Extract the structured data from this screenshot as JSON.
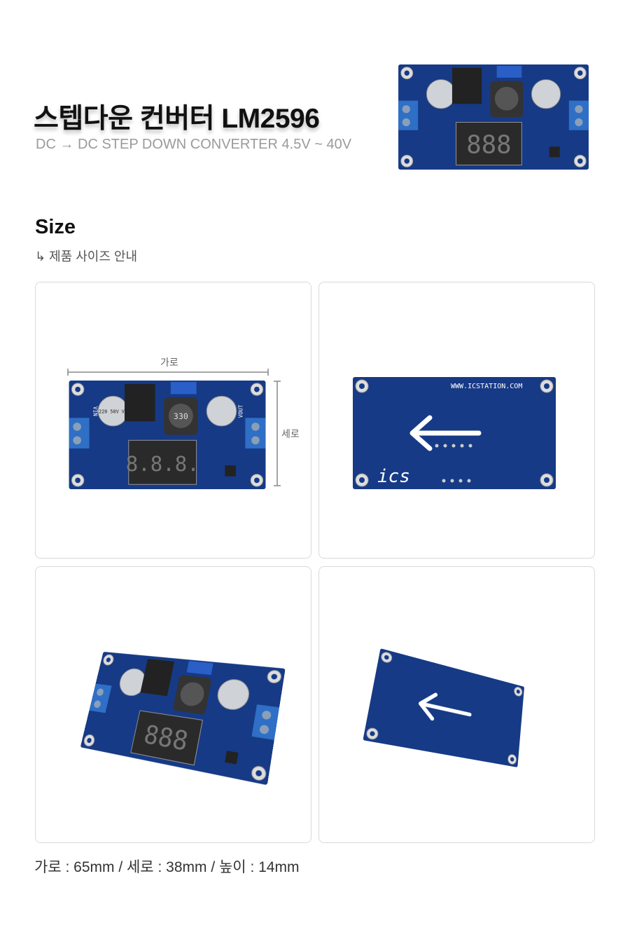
{
  "header": {
    "title": "스텝다운 컨버터 LM2596",
    "subtitle": "DC → DC STEP DOWN CONVERTER 4.5V ~ 40V"
  },
  "size_section": {
    "heading": "Size",
    "subheading": "↳ 제품 사이즈 안내",
    "width_label": "가로",
    "height_label": "세로"
  },
  "footer": {
    "dimensions": "가로 : 65mm / 세로 : 38mm / 높이 : 14mm"
  },
  "photo_lettering": {
    "inductor": "330",
    "capacitor": "220 50V VT",
    "vin": "VIN",
    "vout": "VOUT",
    "display": "8.8.8.",
    "website": "WWW.ICSTATION.COM",
    "logo": "ics"
  },
  "colors": {
    "pcb": "#163a86",
    "terminal": "#2f6fc6",
    "text_gray": "#9a9a9a"
  }
}
